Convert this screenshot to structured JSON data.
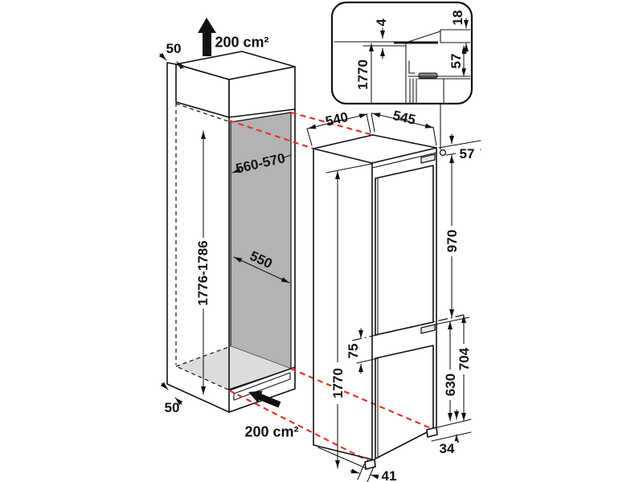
{
  "diagram": {
    "cabinet": {
      "top_clearance": "50",
      "top_vent": "200 cm²",
      "niche_width": "560-570",
      "niche_height": "1776-1786",
      "niche_depth": "550",
      "bottom_clearance": "50",
      "bottom_vent": "200 cm²"
    },
    "appliance": {
      "depth": "540",
      "width": "545",
      "top_hinge_offset": "57",
      "upper_door_height": "970",
      "mid_gap": "75",
      "lower_section_height": "704",
      "lower_door_height": "630",
      "total_height": "1770",
      "bottom_clearance": "34",
      "foot_depth": "41"
    },
    "inset": {
      "top_gap": "4",
      "worktop_thickness": "18",
      "hinge_drop": "57",
      "appliance_height": "1770"
    },
    "colors": {
      "projection_red": "#e5352b",
      "niche_wall_gray": "#b3b3b3",
      "niche_floor_gray": "#dcdcdc"
    }
  }
}
